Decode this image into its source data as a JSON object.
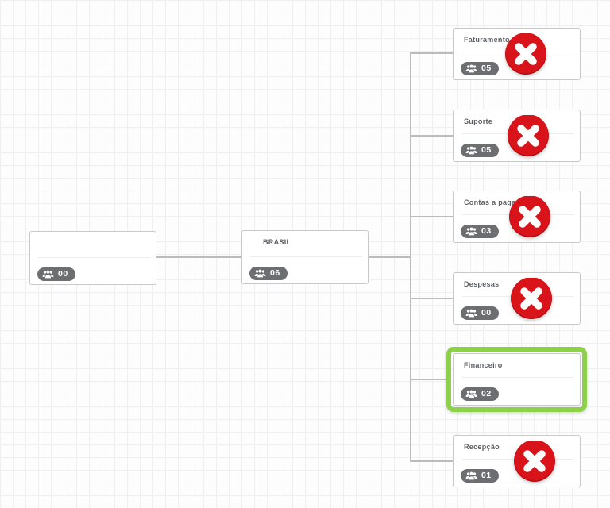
{
  "nodes": {
    "root": {
      "title": "",
      "count": "00"
    },
    "brasil": {
      "title": "BRASIL",
      "count": "06"
    },
    "children": [
      {
        "title": "Faturamento",
        "count": "05",
        "deletable": true,
        "selected": false
      },
      {
        "title": "Suporte",
        "count": "05",
        "deletable": true,
        "selected": false
      },
      {
        "title": "Contas a pagar",
        "count": "03",
        "deletable": true,
        "selected": false
      },
      {
        "title": "Despesas",
        "count": "00",
        "deletable": true,
        "selected": false
      },
      {
        "title": "Financeiro",
        "count": "02",
        "deletable": false,
        "selected": true
      },
      {
        "title": "Recepção",
        "count": "01",
        "deletable": true,
        "selected": false
      }
    ]
  },
  "icons": {
    "members": "users-icon",
    "delete": "delete-icon"
  },
  "colors": {
    "selection_green": "#8dd04a",
    "delete_red": "#d8141a",
    "badge_gray": "#6d6e71",
    "connector_gray": "#bcbcbc",
    "title_text": "#5b5e63"
  }
}
